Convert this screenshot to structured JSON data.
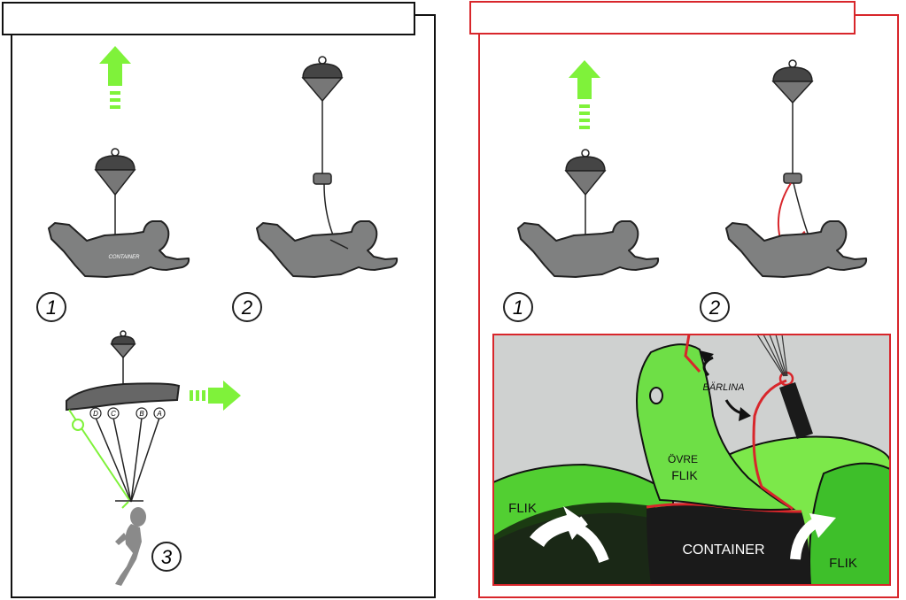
{
  "colors": {
    "body_grey": "#7f8080",
    "canopy_grey": "#777777",
    "canopy_dark": "#454545",
    "arrow_green": "#7ff23a",
    "panel_red": "#d8262b",
    "flap_green": "#52cf32",
    "flap_light": "#7ce84a",
    "container_black": "#1a1a1a",
    "sky_grey": "#cfd1d0"
  },
  "left_panel": {
    "title": "",
    "step1_number": "1",
    "step2_number": "2",
    "step3_number": "3",
    "container_tag": "CONTAINER",
    "line_labels": [
      "D",
      "C",
      "B",
      "A"
    ]
  },
  "right_panel": {
    "title": "",
    "step1_number": "1",
    "step2_number": "2",
    "detail": {
      "barlina_label": "BÄRLINA",
      "upper_flap_line1": "ÖVRE",
      "upper_flap_line2": "FLIK",
      "flap_left_label": "FLIK",
      "flap_right_label": "FLIK",
      "container_label": "CONTAINER"
    }
  }
}
